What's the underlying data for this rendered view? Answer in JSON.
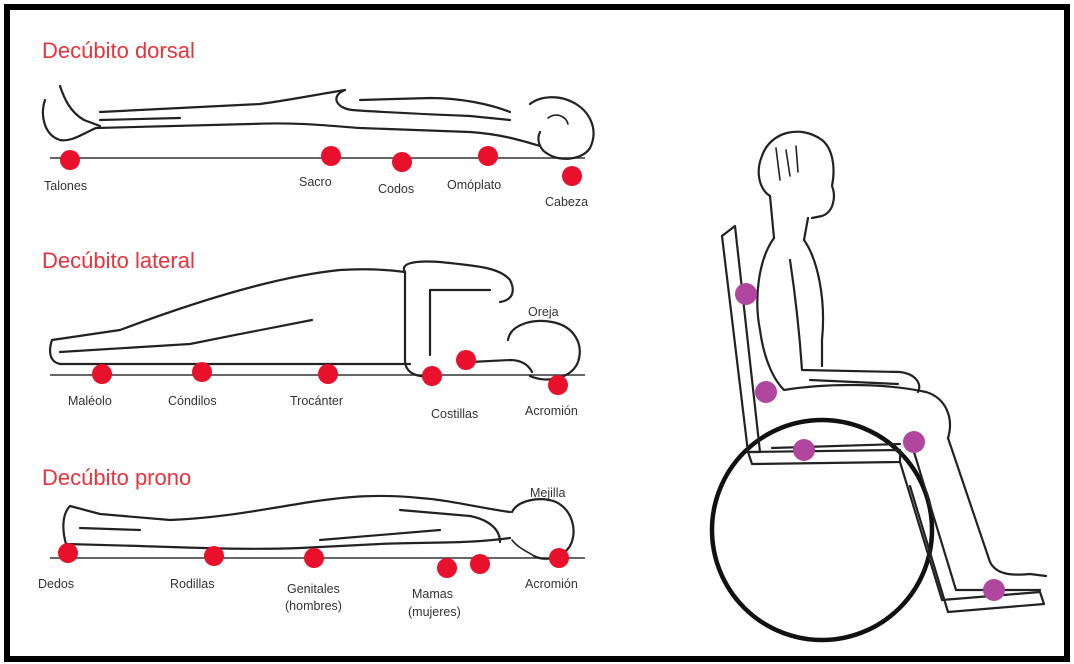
{
  "colors": {
    "title": "#e8323c",
    "pressure_point": "#e8102a",
    "pressure_point_seated": "#b0469e",
    "frame": "#000000"
  },
  "sections": {
    "dorsal": {
      "title": "Decúbito dorsal",
      "points": [
        "Talones",
        "Sacro",
        "Codos",
        "Omóplato",
        "Cabeza"
      ]
    },
    "lateral": {
      "title": "Decúbito lateral",
      "points": [
        "Maléolo",
        "Cóndilos",
        "Trocánter",
        "Costillas",
        "Acromión",
        "Oreja"
      ]
    },
    "prono": {
      "title": "Decúbito prono",
      "points": [
        "Dedos",
        "Rodillas",
        "Genitales",
        "(hombres)",
        "Mamas",
        "(mujeres)",
        "Acromión",
        "Mejilla"
      ]
    }
  }
}
